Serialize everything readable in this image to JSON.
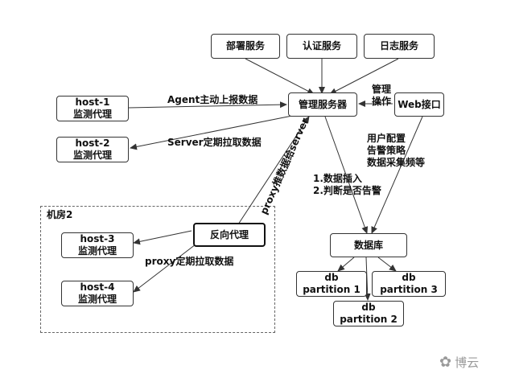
{
  "nodes": {
    "deploy": "部署服务",
    "auth": "认证服务",
    "log": "日志服务",
    "mgmt": "管理服务器",
    "web": "Web接口",
    "host1": [
      "host-1",
      "监测代理"
    ],
    "host2": [
      "host-2",
      "监测代理"
    ],
    "host3": [
      "host-3",
      "监测代理"
    ],
    "host4": [
      "host-4",
      "监测代理"
    ],
    "proxy": "反向代理",
    "db": "数据库",
    "p1": [
      "db",
      "partition 1"
    ],
    "p2": [
      "db",
      "partition 2"
    ],
    "p3": [
      "db",
      "partition 3"
    ]
  },
  "labels": {
    "agent_push": "Agent主动上报数据",
    "server_pull": "Server定期拉取数据",
    "manage": [
      "管理",
      "操作"
    ],
    "user_config": [
      "用户配置",
      "告警策略",
      "数据采集频等"
    ],
    "db_steps": [
      "1.数据插入",
      "2.判断是否告警"
    ],
    "proxy_push": "proxy推数据给server",
    "proxy_pull": "proxy定期拉取数据"
  },
  "zone": {
    "title": "机房2"
  },
  "watermark": {
    "text": "博云"
  }
}
